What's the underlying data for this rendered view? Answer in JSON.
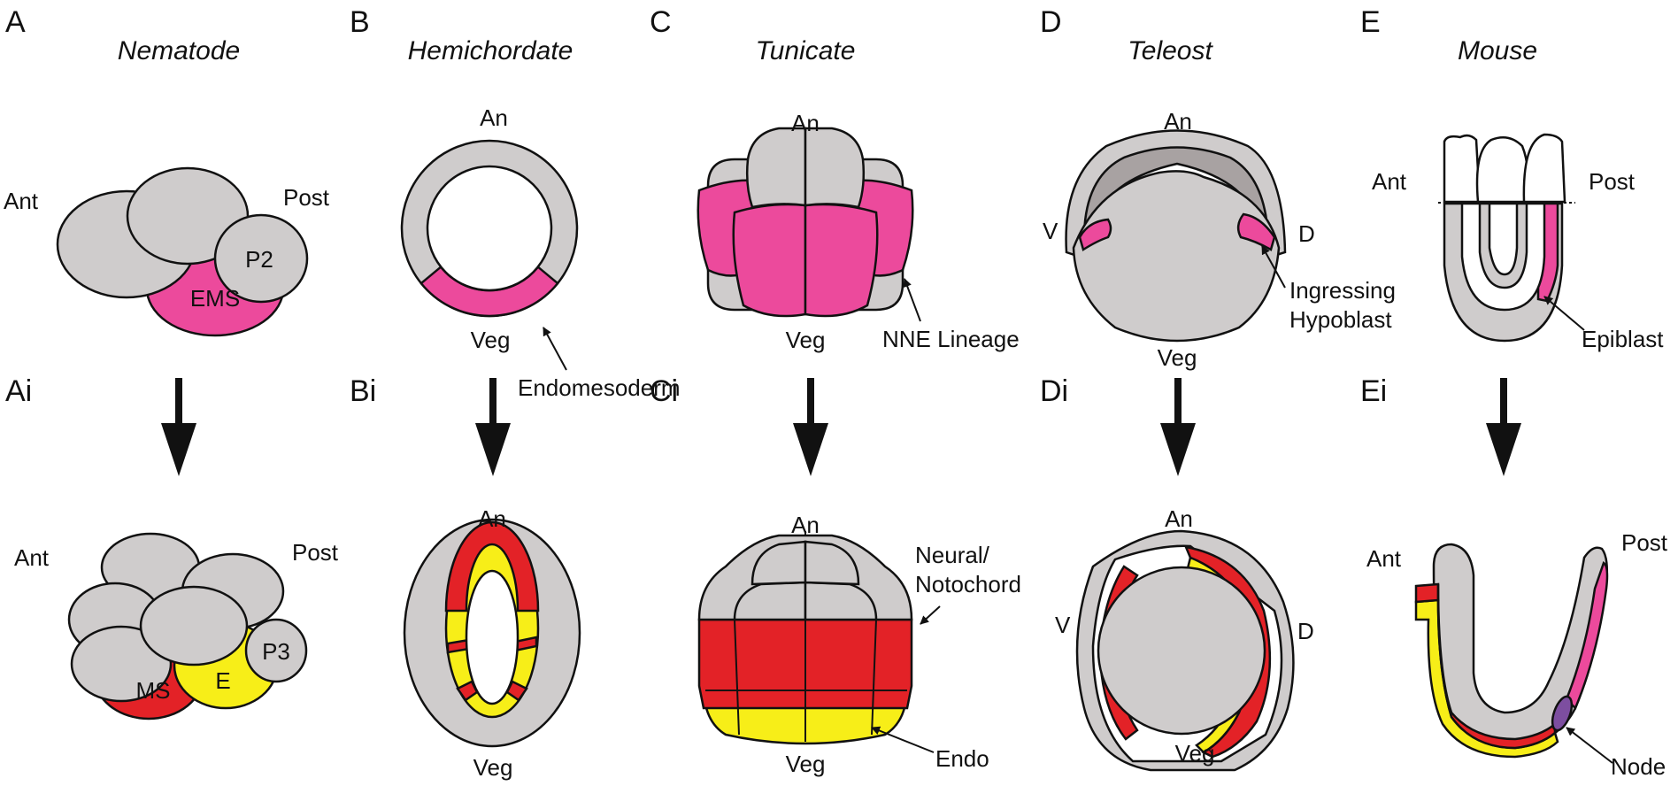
{
  "panels": {
    "a": {
      "letter": "A",
      "species": "Nematode"
    },
    "b": {
      "letter": "B",
      "species": "Hemichordate"
    },
    "c": {
      "letter": "C",
      "species": "Tunicate"
    },
    "d": {
      "letter": "D",
      "species": "Teleost"
    },
    "e": {
      "letter": "E",
      "species": "Mouse"
    },
    "ai": {
      "letter": "Ai"
    },
    "bi": {
      "letter": "Bi"
    },
    "ci": {
      "letter": "Ci"
    },
    "di": {
      "letter": "Di"
    },
    "ei": {
      "letter": "Ei"
    }
  },
  "labels": {
    "ant": "Ant",
    "post": "Post",
    "an": "An",
    "veg": "Veg",
    "v": "V",
    "d": "D",
    "p2": "P2",
    "ems": "EMS",
    "p3": "P3",
    "ms": "MS",
    "e": "E",
    "endomesoderm": "Endomesoderm",
    "nne_lineage": "NNE Lineage",
    "ingressing": "Ingressing",
    "hypoblast": "Hypoblast",
    "epiblast": "Epiblast",
    "neural": "Neural/",
    "notochord": "Notochord",
    "endo": "Endo",
    "node": "Node"
  },
  "colors": {
    "cell_grey": "#cfcccc",
    "endomesoderm_pink": "#ec4a9c",
    "mesoderm_red": "#e32227",
    "endoderm_yellow": "#f7ee18",
    "node_purple": "#7d4ea0"
  }
}
